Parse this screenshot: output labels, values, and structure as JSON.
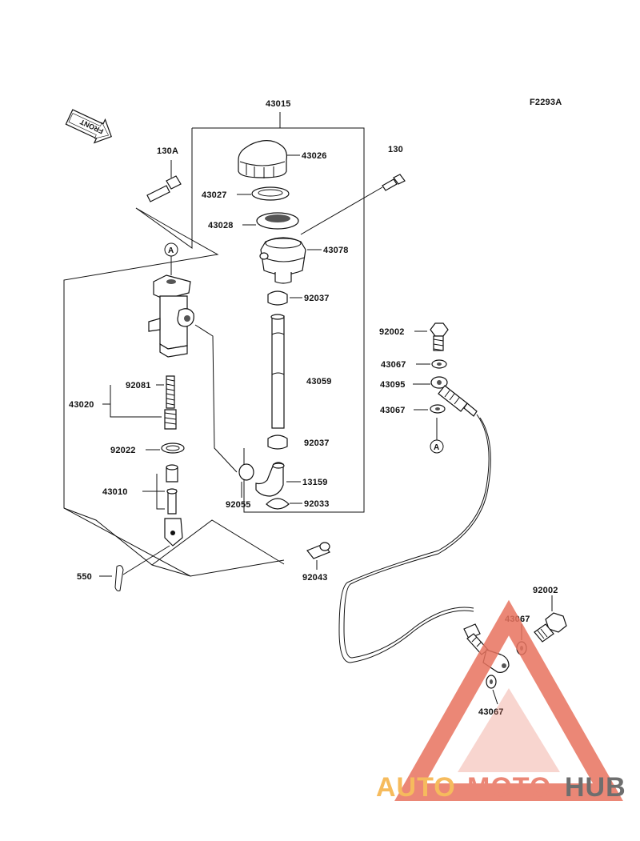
{
  "diagram_code": "F2293A",
  "front_label": "FRONT",
  "ref_circle": "A",
  "watermark": {
    "part1": "AUTO",
    "part2": "MOTO",
    "part3": "HUB",
    "colors": {
      "auto": "#f5b041",
      "moto": "#e8735f",
      "hub": "#555555",
      "triangle": "#e8735f"
    }
  },
  "labels": {
    "p43015": "43015",
    "p43026": "43026",
    "p43027": "43027",
    "p43028": "43028",
    "p43078": "43078",
    "p92037a": "92037",
    "p43059": "43059",
    "p92037b": "92037",
    "p13159": "13159",
    "p92033": "92033",
    "p130A": "130A",
    "p130": "130",
    "p92081": "92081",
    "p43020": "43020",
    "p92022": "92022",
    "p43010": "43010",
    "p92055": "92055",
    "p550": "550",
    "p92043": "92043",
    "p92002a": "92002",
    "p43067a": "43067",
    "p43095": "43095",
    "p43067b": "43067",
    "p92002b": "92002",
    "p43067c": "43067",
    "p43067d": "43067"
  }
}
